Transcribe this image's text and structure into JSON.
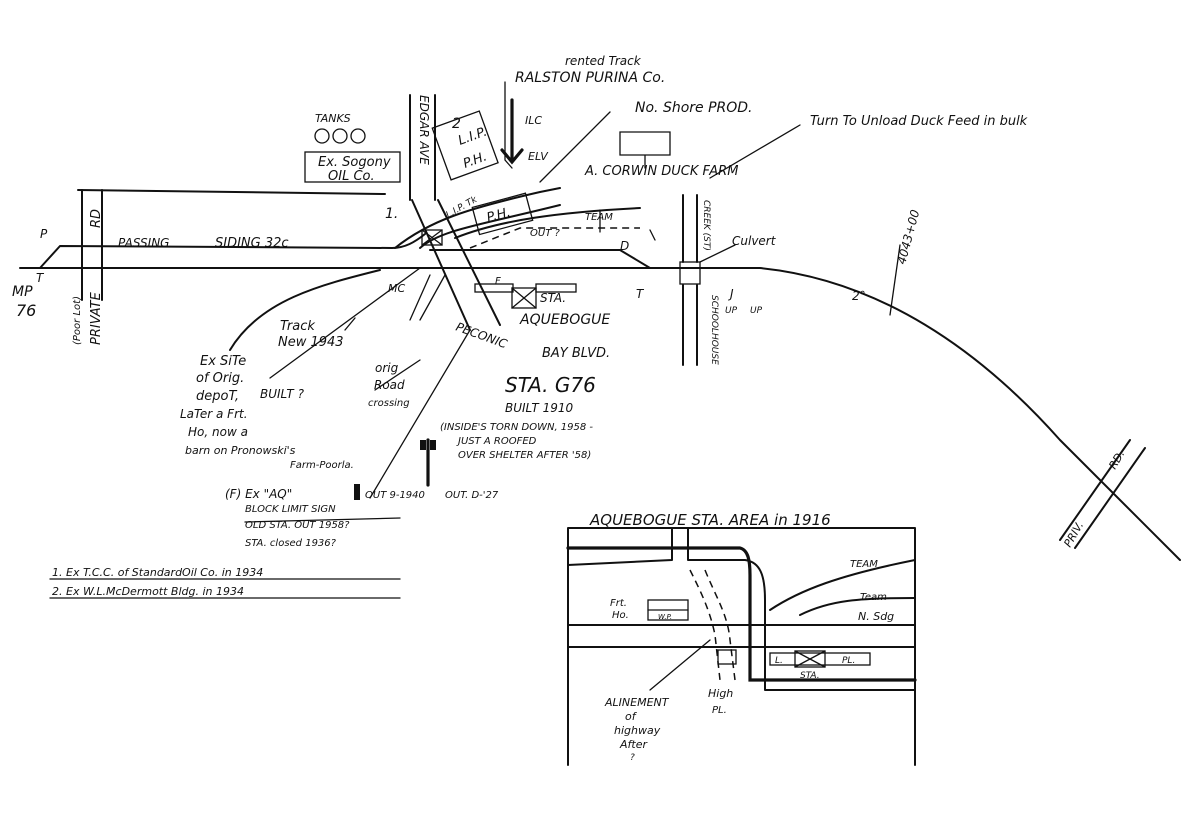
{
  "labels": {
    "rented_track": "rented Track",
    "ralston": "RALSTON PURINA Co.",
    "north_shore": "No. Shore PROD.",
    "turn": "Turn To Unload Duck Feed in bulk",
    "tanks": "TANKS",
    "sogony_1": "Ex. Sogony",
    "sogony_2": "OIL Co.",
    "edgar": "EDGAR AVE",
    "num2": "2",
    "lip": "L.I.P.",
    "ph_top": "P.H.",
    "ilc": "ILC",
    "elv": "ELV",
    "lip_tk": "L.I.P. Tk",
    "ph_mid": "P.H.",
    "corwin": "A. CORWIN DUCK FARM",
    "team": "TEAM",
    "out": "OUT ?",
    "d_right": "D",
    "creek": "CREEK (ST)",
    "culvert": "Culvert",
    "station_no": "4043+00",
    "two_deg": "2°",
    "p_left": "P",
    "t_left": "T",
    "mp": "MP",
    "mp_num": "76",
    "rd": "RD",
    "private": "PRIVATE",
    "poor_lot": "(Poor Lot)",
    "num1": "1.",
    "passing": "PASSING",
    "siding": "SIDING 32c",
    "mc": "MC",
    "f_mark": "F",
    "sta": "STA.",
    "aquebogue": "AQUEBOGUE",
    "t_right": "T",
    "schoolhouse": "SCHOOLHOUSE",
    "j": "J",
    "up": "UP",
    "up2": "UP",
    "peconic": "PECONIC",
    "bay_blvd": "BAY BLVD.",
    "track_new": "Track",
    "new_1943": "New 1943",
    "ex_site_1": "Ex SiTe",
    "ex_site_2": "of Orig.",
    "ex_site_3": "depoT,",
    "built_q": "BUILT ?",
    "ex_site_4": "LaTer a Frt.",
    "ex_site_5": "Ho, now a",
    "ex_site_6": "barn on Pronowski's",
    "ex_site_7": "Farm-Poorla.",
    "orig_road_1": "orig",
    "orig_road_2": "Road",
    "orig_road_3": "crossing",
    "sta_code": "STA. G76",
    "built_1910": "BUILT 1910",
    "inside_1": "(INSIDE'S TORN DOWN, 1958 -",
    "inside_2": "JUST A ROOFED",
    "inside_3": "OVER SHELTER AFTER '58)",
    "ex_aq": "(F) Ex \"AQ\"",
    "out_1940": "OUT 9-1940",
    "out_d27": "OUT. D-'27",
    "block_limit": "BLOCK LIMIT SIGN",
    "old_sta": "OLD STA. OUT 1958?",
    "sta_closed": "STA. closed 1936?",
    "note1": "1. Ex T.C.C. of StandardOil Co. in 1934",
    "note2": "2. Ex W.L.McDermott Bldg. in 1934",
    "priv": "PRIV.",
    "rd_right": "RD."
  },
  "inset": {
    "title": "AQUEBOGUE STA. AREA in 1916",
    "team": "TEAM",
    "team2": "Team",
    "n_sdg": "N. Sdg",
    "frt_1": "Frt.",
    "frt_2": "Ho.",
    "wp": "W.P.",
    "l": "L.",
    "pl": "PL.",
    "sta": "STA.",
    "align_1": "ALINEMENT",
    "align_2": "of",
    "align_3": "highway",
    "align_4": "After",
    "align_5": "?",
    "high_1": "High",
    "high_2": "PL."
  }
}
